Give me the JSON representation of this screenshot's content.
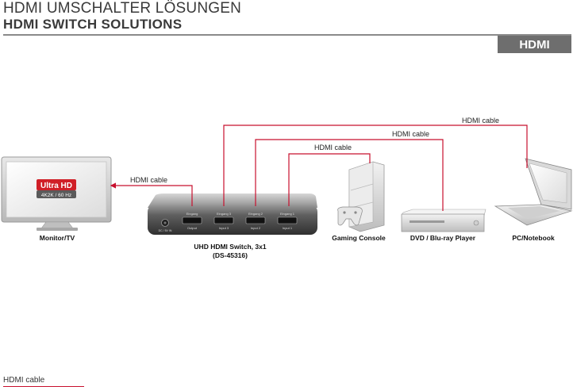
{
  "header": {
    "title_de": "HDMI UMSCHALTER LÖSUNGEN",
    "title_en": "HDMI SWITCH SOLUTIONS",
    "badge": "HDMI"
  },
  "colors": {
    "cable": "#c8102e",
    "rule": "#8a8a8a",
    "badge_bg": "#6e6e6e"
  },
  "tv": {
    "logo": "Ultra HD",
    "spec": "4K2K / 60 Hz",
    "label": "Monitor/TV"
  },
  "switch": {
    "name": "UHD HDMI Switch, 3x1",
    "model": "(DS-45316)",
    "ports": [
      {
        "top": "Eingang",
        "bottom": "Output"
      },
      {
        "top": "Eingang 3",
        "bottom": "Input 3"
      },
      {
        "top": "Eingang 2",
        "bottom": "Input 2"
      },
      {
        "top": "Eingang 1",
        "bottom": "Input 1"
      }
    ],
    "dc_label": "DC / 5V IN"
  },
  "devices": {
    "console": "Gaming Console",
    "dvd": "DVD / Blu-ray Player",
    "pc": "PC/Notebook"
  },
  "cables": {
    "tv": "HDMI cable",
    "console": "HDMI cable",
    "dvd": "HDMI cable",
    "pc": "HDMI cable"
  },
  "legend": {
    "label": "HDMI cable"
  }
}
